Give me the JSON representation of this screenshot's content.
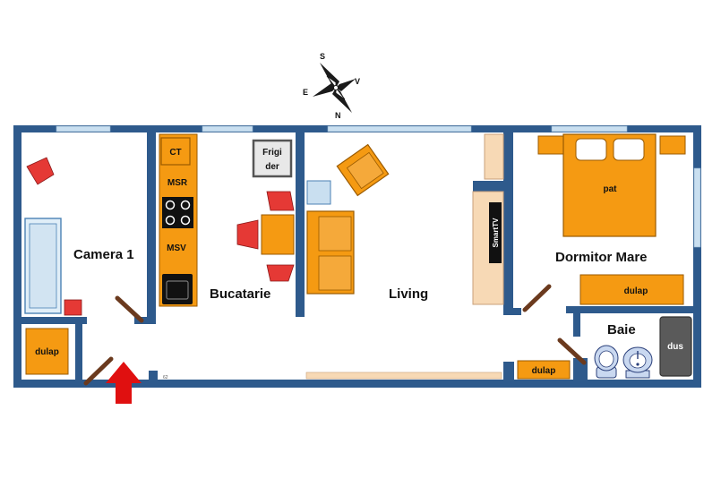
{
  "rooms": {
    "camera1": "Camera 1",
    "bucatarie": "Bucatarie",
    "living": "Living",
    "dormitor_mare": "Dormitor Mare",
    "baie": "Baie"
  },
  "furniture": {
    "ct": "CT",
    "msr": "MSR",
    "msv": "MSV",
    "frigider_line1": "Frigi",
    "frigider_line2": "der",
    "smart_tv": "SmartTV",
    "pat": "pat",
    "dulap_dormitor": "dulap",
    "dulap_hol": "dulap",
    "dulap_camera": "dulap",
    "dus": "dus",
    "small_mark": "62"
  },
  "compass": {
    "north": "N",
    "south": "S",
    "east": "E",
    "west": "V"
  },
  "colors": {
    "wall": "#2e5a8c",
    "window": "#c9dff0",
    "furniture": "#f59a12",
    "furniture_stroke": "#9a5a00",
    "chair": "#e53935",
    "entrance_arrow": "#e01010",
    "door": "#6b3a1e",
    "light_wood": "#f7d9b5"
  }
}
